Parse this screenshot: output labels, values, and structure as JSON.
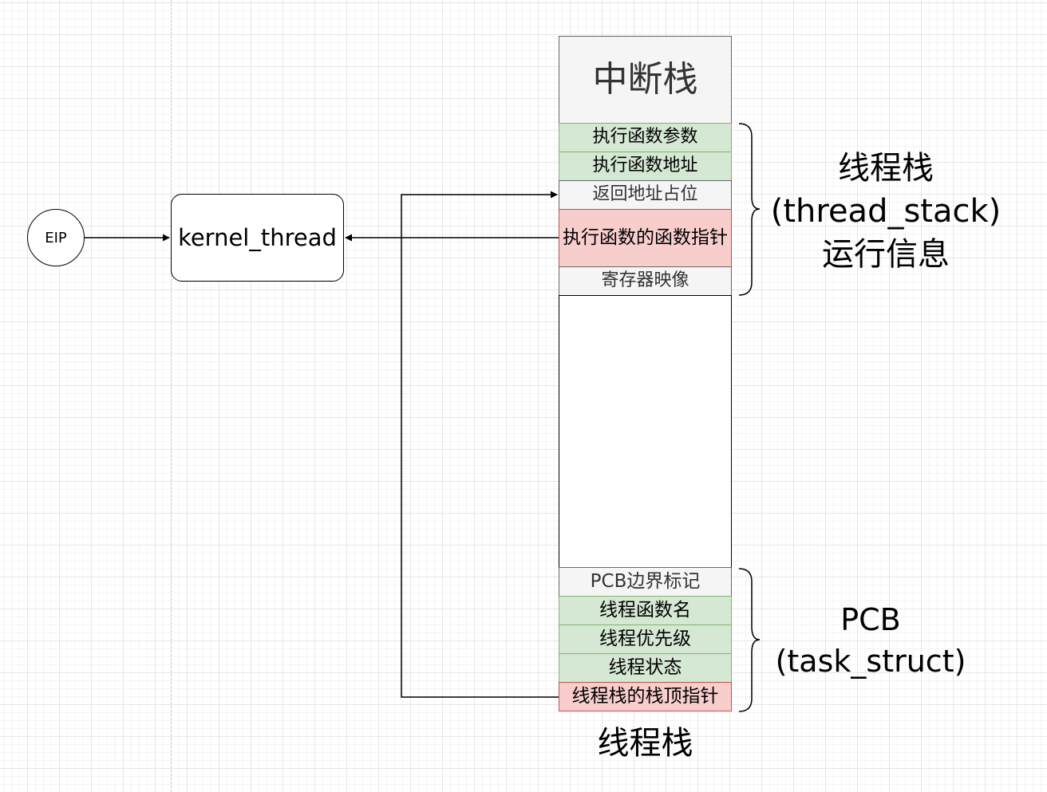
{
  "eip_label": "EIP",
  "kernel_thread_label": "kernel_thread",
  "stack": {
    "title": "中断栈",
    "thread_cells": [
      {
        "text": "执行函数参数",
        "style": "green"
      },
      {
        "text": "执行函数地址",
        "style": "green"
      },
      {
        "text": "返回地址占位",
        "style": "grey"
      },
      {
        "text": "执行函数的函数指针",
        "style": "red"
      },
      {
        "text": "寄存器映像",
        "style": "grey"
      }
    ],
    "pcb_cells": [
      {
        "text": "PCB边界标记",
        "style": "grey"
      },
      {
        "text": "线程函数名",
        "style": "green"
      },
      {
        "text": "线程优先级",
        "style": "green"
      },
      {
        "text": "线程状态",
        "style": "green"
      },
      {
        "text": "线程栈的栈顶指针",
        "style": "red"
      }
    ],
    "bottom_label": "线程栈"
  },
  "labels": {
    "thread_stack": {
      "line1": "线程栈",
      "line2": "(thread_stack)",
      "line3": "运行信息"
    },
    "pcb": {
      "line1": "PCB",
      "line2": "(task_struct)"
    }
  },
  "colors": {
    "green_fill": "#d5e8d4",
    "green_stroke": "#82b366",
    "red_fill": "#f8cecc",
    "red_stroke": "#b85450",
    "grey_fill": "#f5f5f5",
    "grey_stroke": "#666666"
  }
}
